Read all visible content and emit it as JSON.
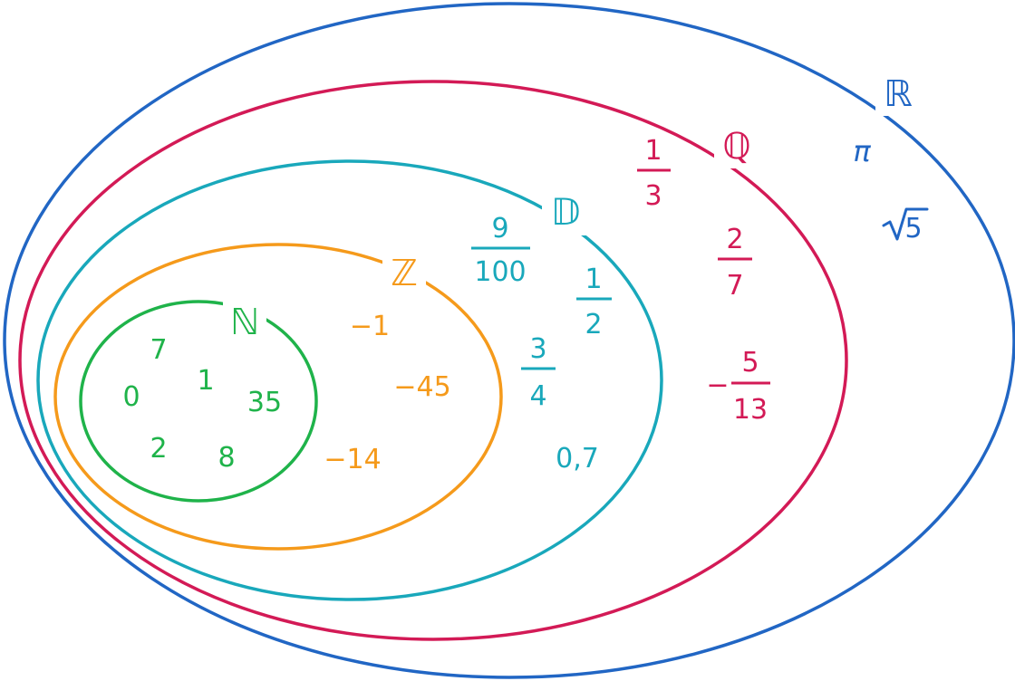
{
  "colors": {
    "R": "#2166c4",
    "Q": "#d31a56",
    "D": "#19a8bb",
    "Z": "#f59a1b",
    "N": "#1fb34a",
    "background": "#ffffff"
  },
  "sets": [
    {
      "id": "R",
      "symbol": "ℝ"
    },
    {
      "id": "Q",
      "symbol": "ℚ"
    },
    {
      "id": "D",
      "symbol": "𝔻"
    },
    {
      "id": "Z",
      "symbol": "ℤ"
    },
    {
      "id": "N",
      "symbol": "ℕ"
    }
  ],
  "numbers": {
    "N": [
      "7",
      "0",
      "1",
      "35",
      "2",
      "8"
    ],
    "Z": [
      "−1",
      "−45",
      "−14"
    ],
    "D": {
      "fractions": [
        {
          "numerator": "9",
          "denominator": "100"
        },
        {
          "numerator": "1",
          "denominator": "2"
        },
        {
          "numerator": "3",
          "denominator": "4"
        }
      ],
      "decimal": "0,7"
    },
    "Q": {
      "fractions": [
        {
          "numerator": "1",
          "denominator": "3"
        },
        {
          "numerator": "2",
          "denominator": "7"
        },
        {
          "sign": "−",
          "numerator": "5",
          "denominator": "13"
        }
      ]
    },
    "R": {
      "pi": "π",
      "sqrt_radicand": "5"
    }
  }
}
